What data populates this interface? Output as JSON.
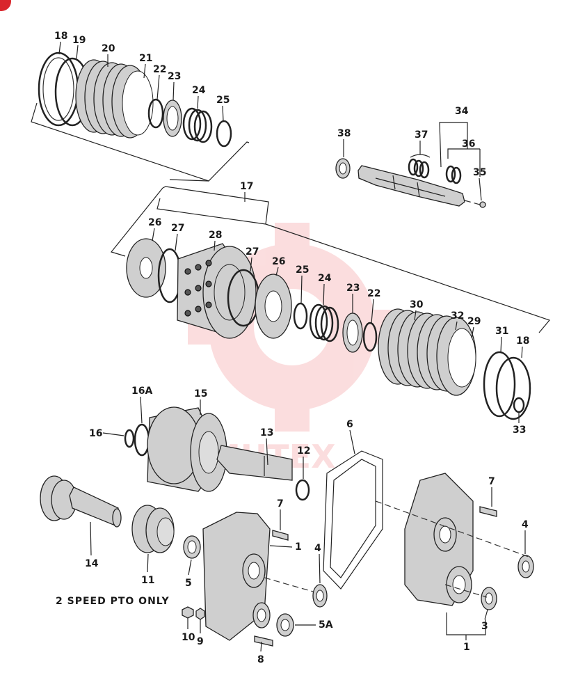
{
  "labels": {
    "n18_top": "18",
    "n19": "19",
    "n20": "20",
    "n21": "21",
    "n22_top": "22",
    "n23_top": "23",
    "n24_top": "24",
    "n25_top": "25",
    "n34": "34",
    "n37": "37",
    "n36": "36",
    "n38": "38",
    "n35": "35",
    "n17": "17",
    "n26_left": "26",
    "n27_left": "27",
    "n28": "28",
    "n27_mid": "27",
    "n26_mid": "26",
    "n25_mid": "25",
    "n24_mid": "24",
    "n23_mid": "23",
    "n22_mid": "22",
    "n30": "30",
    "n32": "32",
    "n29": "29",
    "n31": "31",
    "n18_right": "18",
    "n33": "33",
    "n16A": "16A",
    "n15": "15",
    "n16": "16",
    "n13": "13",
    "n6": "6",
    "n12": "12",
    "n7_mid": "7",
    "n1_mid": "1",
    "n4_mid": "4",
    "n14": "14",
    "n11": "11",
    "n5": "5",
    "n5A": "5A",
    "n10": "10",
    "n9": "9",
    "n8": "8",
    "n7_right": "7",
    "n4_right": "4",
    "n3": "3",
    "n1_right": "1"
  },
  "caption": "2 SPEED PTO ONLY",
  "watermark": {
    "text": "MHTEX",
    "color": "#e8343a"
  },
  "badge": {
    "color": "#d9262c"
  }
}
